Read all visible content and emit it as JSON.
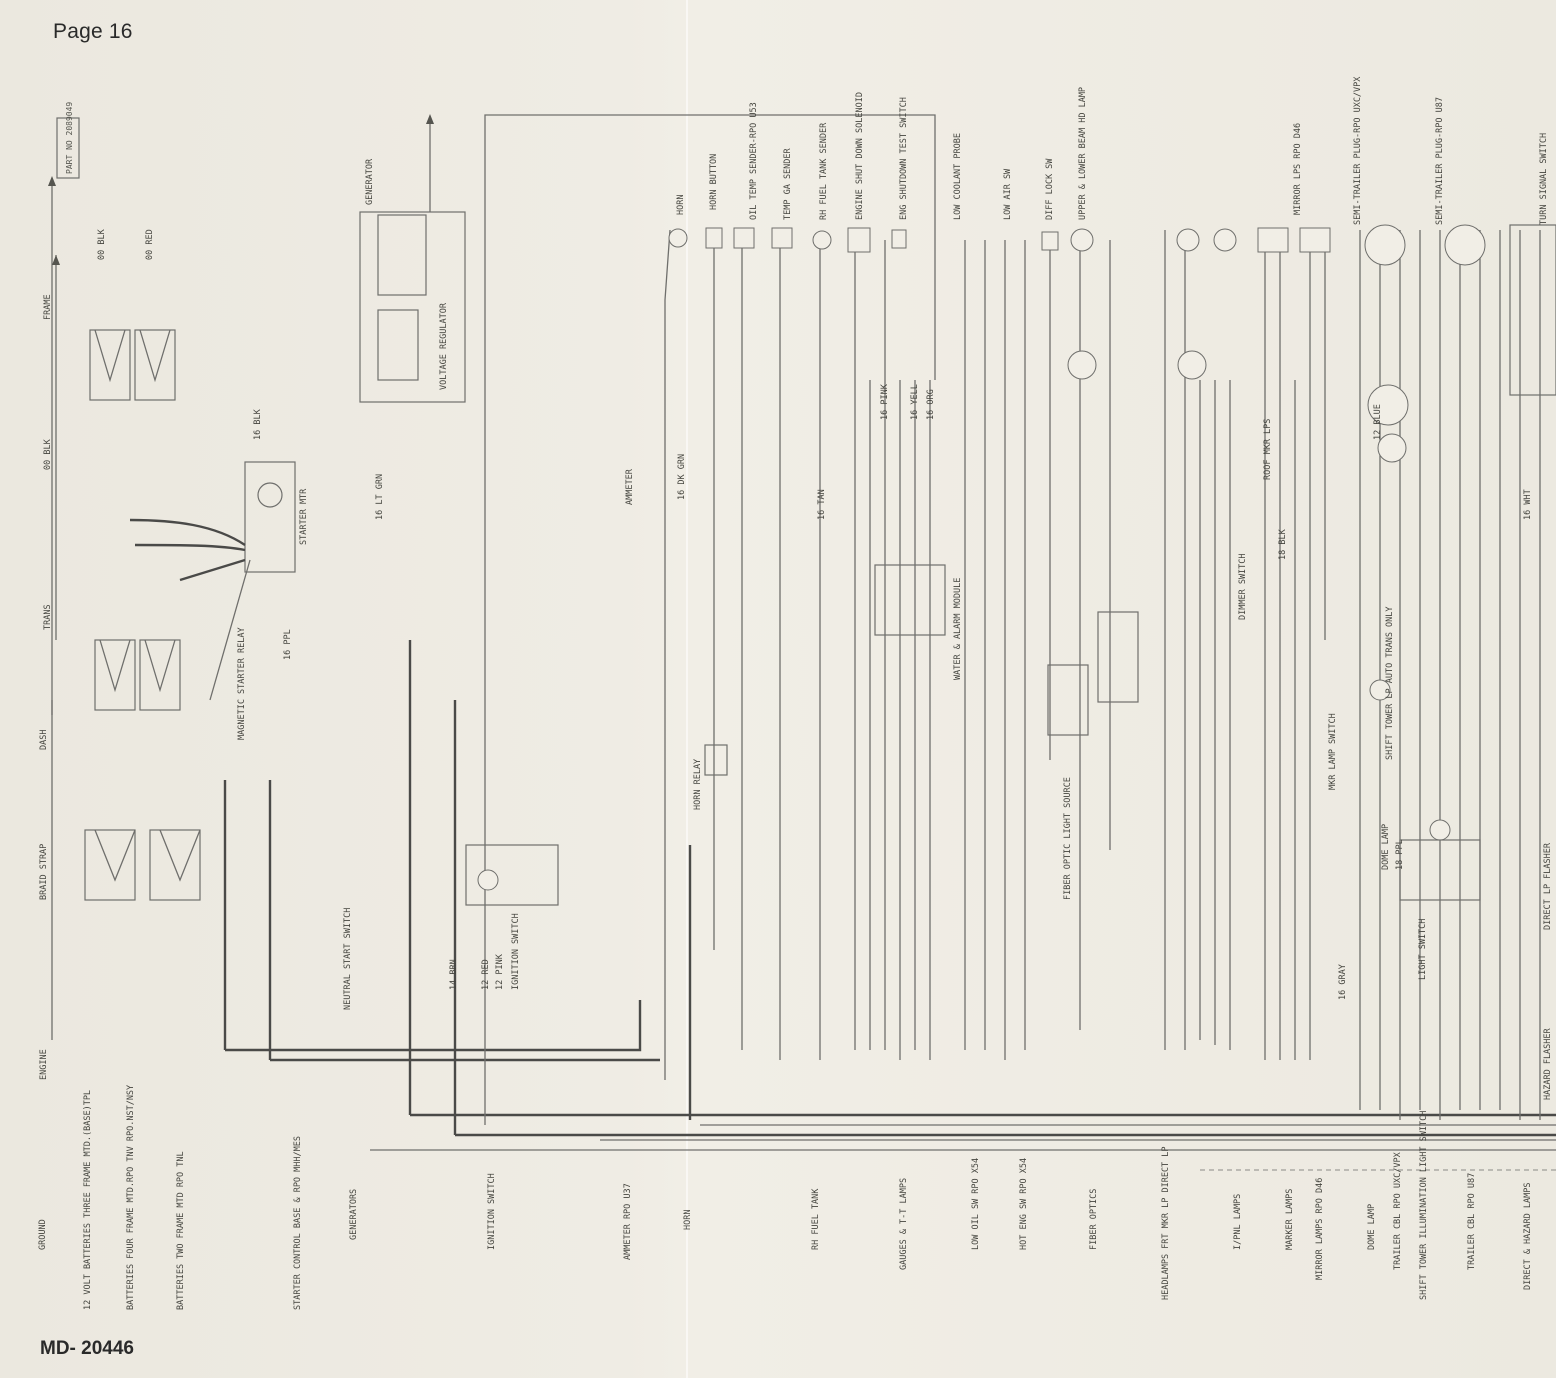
{
  "page": {
    "number_label": "Page 16",
    "drawing_number": "MD- 20446",
    "part_number": "PART NO 2089049"
  },
  "circuit_legend": [
    "GROUND",
    "12 VOLT BATTERIES THREE FRAME MTD.(BASE)TPL",
    "BATTERIES FOUR FRAME MTD.RPO TNV RPO.NST/NSY",
    "BATTERIES TWO FRAME MTD RPO TNL",
    "STARTER CONTROL BASE & RPO MHH/MES",
    "GENERATORS",
    "IGNITION SWITCH",
    "AMMETER RPO U37",
    "HORN",
    "RH FUEL TANK",
    "GAUGES & T-T LAMPS",
    "LOW OIL SW RPO X54",
    "HOT ENG SW RPO X54",
    "FIBER OPTICS",
    "HEADLAMPS FRT MKR LP DIRECT LP",
    "I/PNL LAMPS",
    "MARKER LAMPS",
    "MIRROR LAMPS RPO D46",
    "DOME LAMP",
    "TRAILER CBL RPO UXC/VPX",
    "SHIFT TOWER ILLUMINATION LIGHT SWITCH",
    "TRAILER CBL RPO U87",
    "DIRECT & HAZARD LAMPS"
  ],
  "ground_straps": [
    {
      "from": "ENGINE",
      "label": "BRAID STRAP",
      "to": "DASH"
    },
    {
      "from": "TRANS",
      "label": "00 BLK",
      "to": "FRAME"
    }
  ],
  "components": [
    "STARTER MTR",
    "MAGNETIC STARTER RELAY",
    "GENERATOR",
    "VOLTAGE REGULATOR",
    "NEUTRAL START SWITCH",
    "IGNITION SWITCH",
    "AMMETER",
    "HORN BUTTON",
    "HORN RELAY",
    "HORN",
    "OIL TEMP SENDER-RPO U53",
    "TEMP GA SENDER",
    "RH FUEL TANK SENDER",
    "ENGINE SHUT DOWN SOLENOID",
    "ENG SHUTDOWN TEST SWITCH",
    "LOW COOLANT PROBE",
    "LOW AIR SW",
    "DIFF LOCK SW",
    "WATER & ALARM MODULE",
    "FIBER OPTIC LIGHT SOURCE",
    "UPPER & LOWER BEAM HD LAMP",
    "DIMMER SWITCH",
    "ROOF MKR LPS",
    "MIRROR LPS RPO D46",
    "DOME LAMP",
    "LIGHT SWITCH",
    "MKR LAMP SWITCH",
    "SEMI-TRAILER PLUG-RPO UXC/VPX",
    "SEMI-TRAILER PLUG-RPO U87",
    "TURN SIGNAL SWITCH",
    "SHIFT TOWER LP AUTO TRANS ONLY",
    "DIRECT LP FLASHER",
    "HAZARD FLASHER"
  ],
  "wire_labels": [
    "00 BLK",
    "00 RED",
    "16 BLK",
    "16 PPL",
    "16 LT GRN",
    "16 DK GRN",
    "16 TAN",
    "16 PINK",
    "16 YELL",
    "16 ORG",
    "16 GRAY",
    "18 BLK",
    "12 RED",
    "12 PINK",
    "14 BRN",
    "18 PPL",
    "16 WHT",
    "12 BLUE"
  ],
  "colors": {
    "paper": "#eeebe3",
    "ink": "#4a4a48",
    "ink_light": "#6f6f6c"
  }
}
